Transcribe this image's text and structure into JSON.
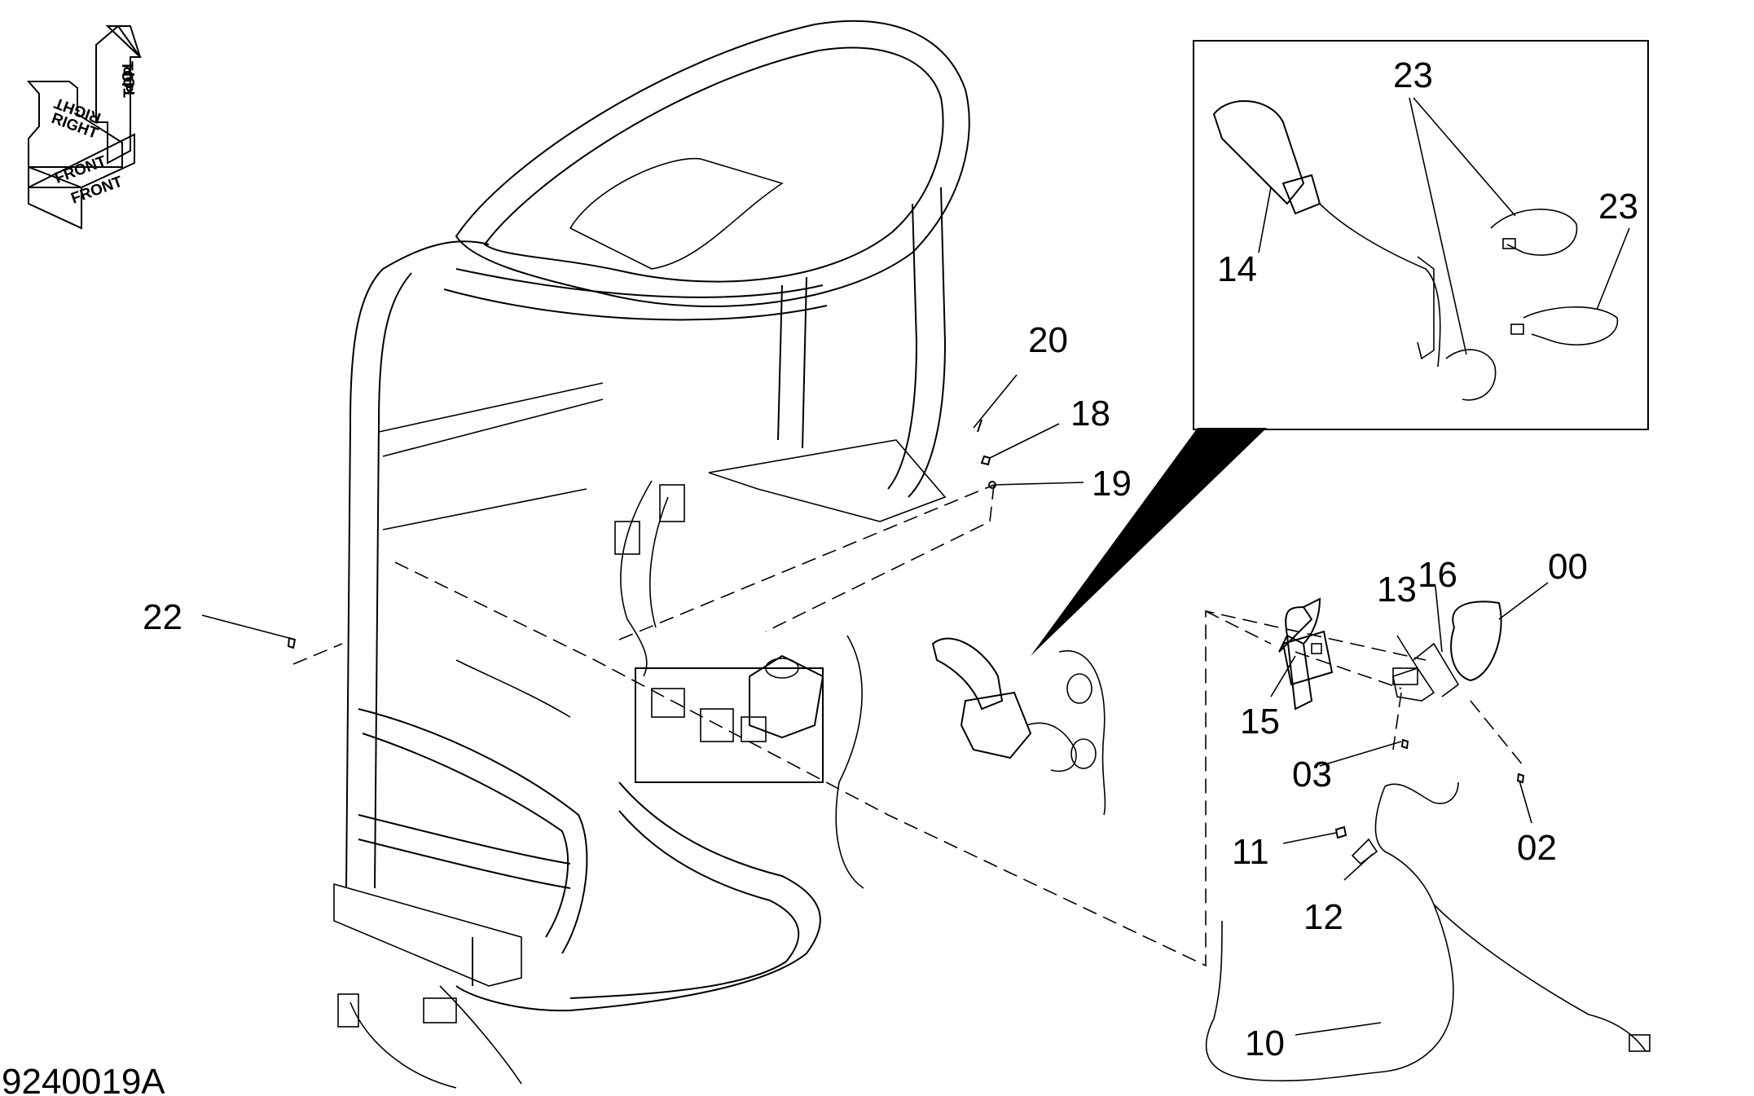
{
  "figure_id": "9240019A",
  "orientation": {
    "top_label": "TOP",
    "right_label": "RIGHT",
    "front_label": "FRONT"
  },
  "callouts": [
    {
      "id": "c20",
      "text": "20"
    },
    {
      "id": "c18",
      "text": "18"
    },
    {
      "id": "c19",
      "text": "19"
    },
    {
      "id": "c22",
      "text": "22"
    },
    {
      "id": "c23a",
      "text": "23"
    },
    {
      "id": "c23b",
      "text": "23"
    },
    {
      "id": "c14",
      "text": "14"
    },
    {
      "id": "c13",
      "text": "13"
    },
    {
      "id": "c16",
      "text": "16"
    },
    {
      "id": "c00",
      "text": "00"
    },
    {
      "id": "c15",
      "text": "15"
    },
    {
      "id": "c03",
      "text": "03"
    },
    {
      "id": "c02",
      "text": "02"
    },
    {
      "id": "c11",
      "text": "11"
    },
    {
      "id": "c12",
      "text": "12"
    },
    {
      "id": "c10",
      "text": "10"
    }
  ]
}
